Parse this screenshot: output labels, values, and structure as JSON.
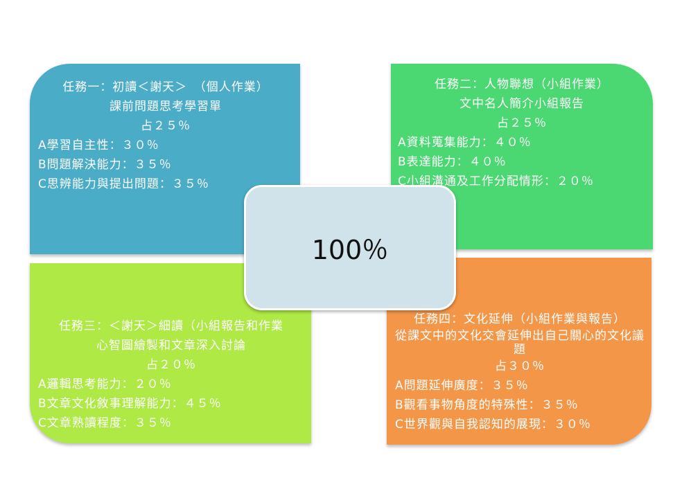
{
  "colors": {
    "task1": "#4aacc6",
    "task2": "#4bd872",
    "task3": "#aee945",
    "task4": "#f49648",
    "center": "#d0e2ea"
  },
  "center": {
    "label": "100％"
  },
  "task1": {
    "title": "任務一：初讀＜謝天＞　（個人作業）",
    "subtitle": "課前問題思考學習單",
    "weight": "占２５％",
    "items": [
      "A學習自主性：３０％",
      "B問題解決能力：３５％",
      "C思辨能力與提出問題：３５％"
    ]
  },
  "task2": {
    "title": "任務二：人物聯想（小組作業）",
    "subtitle": "文中名人簡介小組報告",
    "weight": "占２５％",
    "items": [
      "A資料蒐集能力：４０％",
      "B表達能力：４０％",
      "C小組溝通及工作分配情形：２０％"
    ]
  },
  "task3": {
    "title": "任務三：＜謝天＞細讀（小組報告和作業",
    "subtitle": "心智圖繪製和文章深入討論",
    "weight": "占２０％",
    "items": [
      "A邏輯思考能力：２０％",
      "B文章文化敘事理解能力：４５％",
      "C文章熟讀程度：３５％"
    ]
  },
  "task4": {
    "title": "任務四：文化延伸（小組作業與報告）",
    "subtitle_line1": "從課文中的文化交會延伸出自己關心的文化議",
    "subtitle_line2": "題",
    "weight": "占３０％",
    "items": [
      "A問題延伸廣度：３５％",
      "B觀看事物角度的特殊性：３５％",
      "C世界觀與自我認知的展現：３０％"
    ]
  }
}
